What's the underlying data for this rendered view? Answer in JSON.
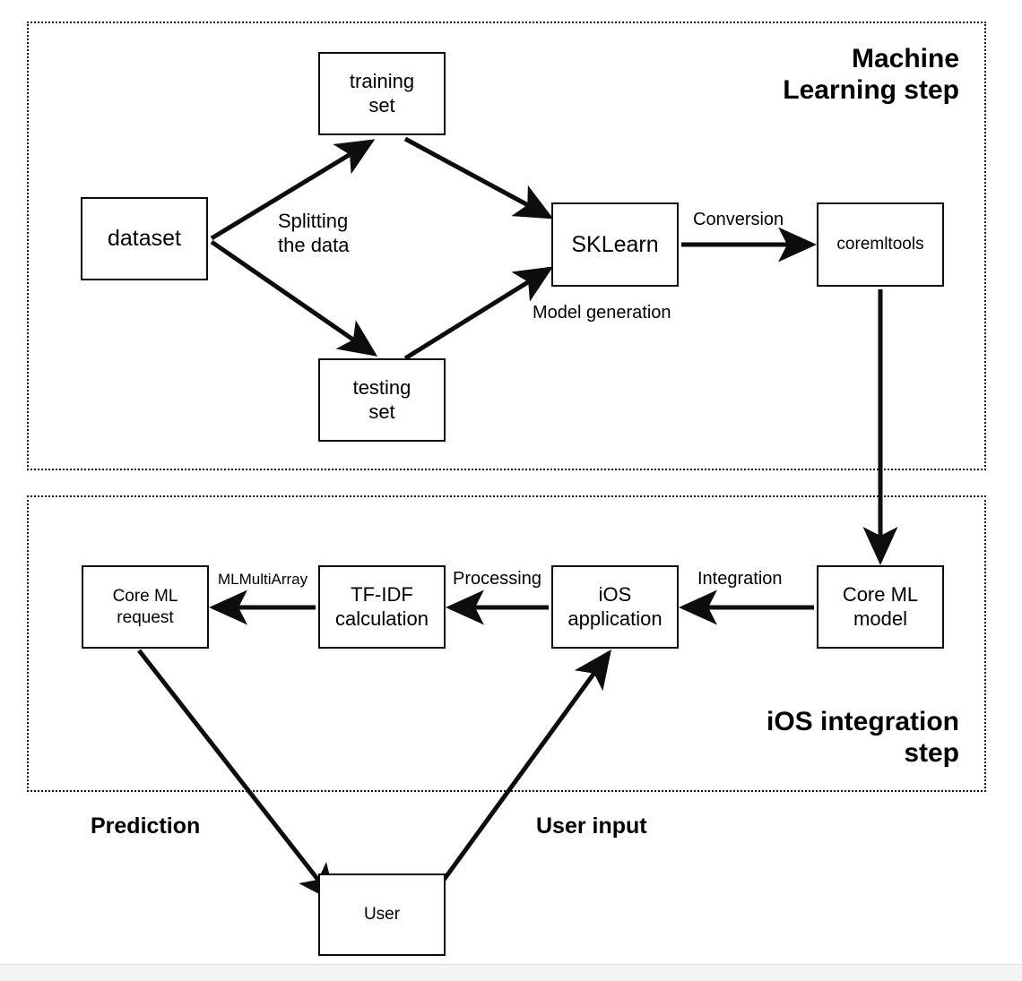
{
  "diagram": {
    "title_hidden": "",
    "groups": [
      {
        "id": "ml-step",
        "label": "Machine\nLearning step"
      },
      {
        "id": "ios-step",
        "label": "iOS integration\nstep"
      }
    ],
    "nodes": [
      {
        "id": "training-set",
        "label": "training\nset"
      },
      {
        "id": "dataset",
        "label": "dataset"
      },
      {
        "id": "testing-set",
        "label": "testing\nset"
      },
      {
        "id": "sklearn",
        "label": "SKLearn"
      },
      {
        "id": "coremltools",
        "label": "coremltools"
      },
      {
        "id": "core-ml-request",
        "label": "Core ML\nrequest"
      },
      {
        "id": "tf-idf",
        "label": "TF-IDF\ncalculation"
      },
      {
        "id": "ios-application",
        "label": "iOS\napplication"
      },
      {
        "id": "core-ml-model",
        "label": "Core ML\nmodel"
      },
      {
        "id": "user",
        "label": "User"
      }
    ],
    "edge_labels": [
      {
        "id": "splitting",
        "label": "Splitting\nthe data"
      },
      {
        "id": "conversion",
        "label": "Conversion"
      },
      {
        "id": "model-generation",
        "label": "Model generation"
      },
      {
        "id": "mlmultiarray",
        "label": "MLMultiArray"
      },
      {
        "id": "processing",
        "label": "Processing"
      },
      {
        "id": "integration",
        "label": "Integration"
      }
    ],
    "flow_labels": [
      {
        "id": "prediction",
        "label": "Prediction"
      },
      {
        "id": "user-input",
        "label": "User input"
      }
    ],
    "colors": {
      "stroke": "#0d0d0d",
      "background": "#ffffff",
      "text": "#000000",
      "group_border": "#111111"
    }
  }
}
